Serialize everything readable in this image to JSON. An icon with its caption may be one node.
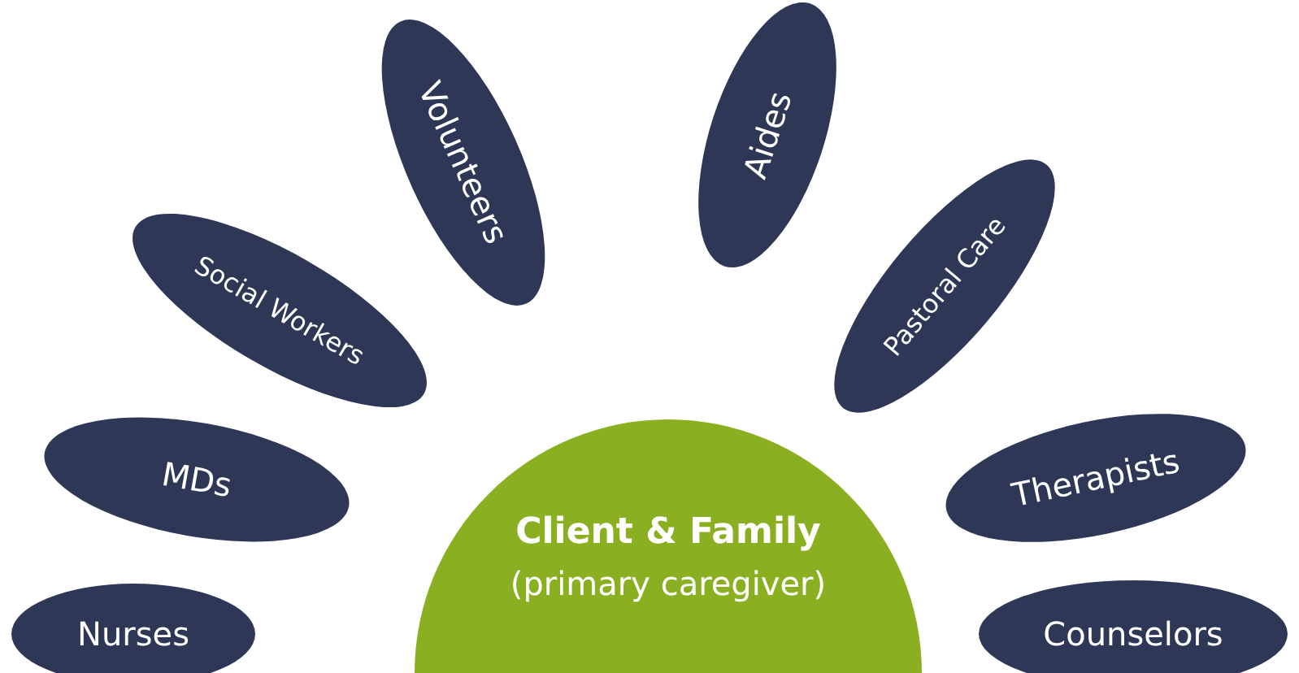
{
  "diagram": {
    "nodes": [
      {
        "text": [
          "Client & Family",
          "(primary caregiver)"
        ]
      },
      {
        "text": [
          "Nurses"
        ]
      },
      {
        "text": [
          "MDs"
        ]
      },
      {
        "text": [
          "Social Workers"
        ]
      },
      {
        "text": [
          "Volunteers"
        ]
      },
      {
        "text": [
          "Aides"
        ]
      },
      {
        "text": [
          "Pastoral Care"
        ]
      },
      {
        "text": [
          "Therapists"
        ]
      },
      {
        "text": [
          "Counselors"
        ]
      }
    ]
  }
}
